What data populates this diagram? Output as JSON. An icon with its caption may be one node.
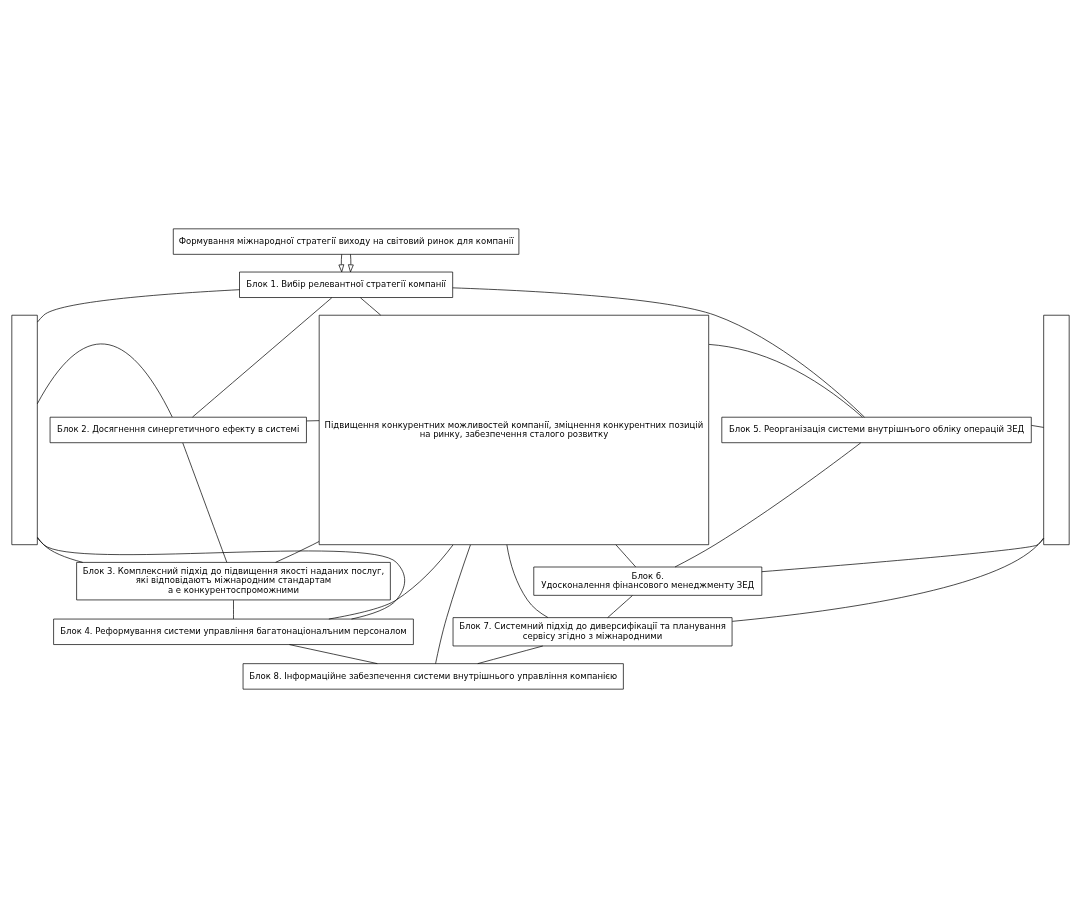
{
  "diagram": {
    "nodes": [
      {
        "text": [
          "Формування міжнародної стратегії виходу на світовий ринок для компанії"
        ]
      },
      {
        "text": [
          "Блок 1. Вибір релевантної стратегії компанії"
        ]
      },
      {
        "text": [
          "Блок 2. Досягнення синергетичного ефекту в системі"
        ]
      },
      {
        "text": [
          "Блок 3. Комплексний підхід до підвищення якості наданих послуг,",
          "які відповідаютъ міжнародним стандартам",
          "а е конкурентоспроможними"
        ]
      },
      {
        "text": [
          "Блок 4. Реформування системи управління багатонаціоналъним персоналом"
        ]
      },
      {
        "text": [
          "Підвищення конкурентних можливостей компанії, зміцнення конкурентних позицій",
          "на ринку, забезпечення сталого розвитку"
        ]
      },
      {
        "text": [
          "Блок 5. Реорганізація системи внутрішнъого обліку операцій ЗЕД"
        ]
      },
      {
        "text": [
          "Блок 6.",
          "Удосконалення фінансового менеджменту ЗЕД"
        ]
      },
      {
        "text": [
          "Блок 7. Системний підхід до диверсифікації та планування",
          "сервісу згідно з міжнародними"
        ]
      },
      {
        "text": [
          "Блок 8. Інформаційне забезпечення системи внутрішнього управління компанією"
        ]
      },
      {
        "text": [],
        "shape": "bar"
      },
      {
        "text": [],
        "shape": "bar"
      }
    ],
    "edges": [
      {
        "from": 0,
        "to": 1,
        "arrow": "to"
      },
      {
        "from": 0,
        "to": 1,
        "arrow": "to"
      },
      {
        "from": 1,
        "to": 10,
        "arrow": "none"
      },
      {
        "from": 1,
        "to": 2,
        "arrow": "none"
      },
      {
        "from": 2,
        "to": 3,
        "arrow": "none"
      },
      {
        "from": 3,
        "to": 4,
        "arrow": "none"
      },
      {
        "from": 4,
        "to": 9,
        "arrow": "none"
      },
      {
        "from": 2,
        "to": 10,
        "arrow": "none"
      },
      {
        "from": 3,
        "to": 10,
        "arrow": "none"
      },
      {
        "from": 4,
        "to": 10,
        "arrow": "none"
      },
      {
        "from": 1,
        "to": 5,
        "arrow": "none"
      },
      {
        "from": 5,
        "to": 9,
        "arrow": "none"
      },
      {
        "from": 2,
        "to": 5,
        "arrow": "none"
      },
      {
        "from": 3,
        "to": 5,
        "arrow": "none"
      },
      {
        "from": 4,
        "to": 5,
        "arrow": "none"
      },
      {
        "from": 5,
        "to": 6,
        "arrow": "none"
      },
      {
        "from": 5,
        "to": 7,
        "arrow": "none"
      },
      {
        "from": 5,
        "to": 8,
        "arrow": "none"
      },
      {
        "from": 1,
        "to": 6,
        "arrow": "none"
      },
      {
        "from": 6,
        "to": 7,
        "arrow": "none"
      },
      {
        "from": 7,
        "to": 8,
        "arrow": "none"
      },
      {
        "from": 8,
        "to": 9,
        "arrow": "none"
      },
      {
        "from": 6,
        "to": 11,
        "arrow": "none"
      },
      {
        "from": 7,
        "to": 11,
        "arrow": "none"
      },
      {
        "from": 8,
        "to": 11,
        "arrow": "none"
      }
    ]
  }
}
